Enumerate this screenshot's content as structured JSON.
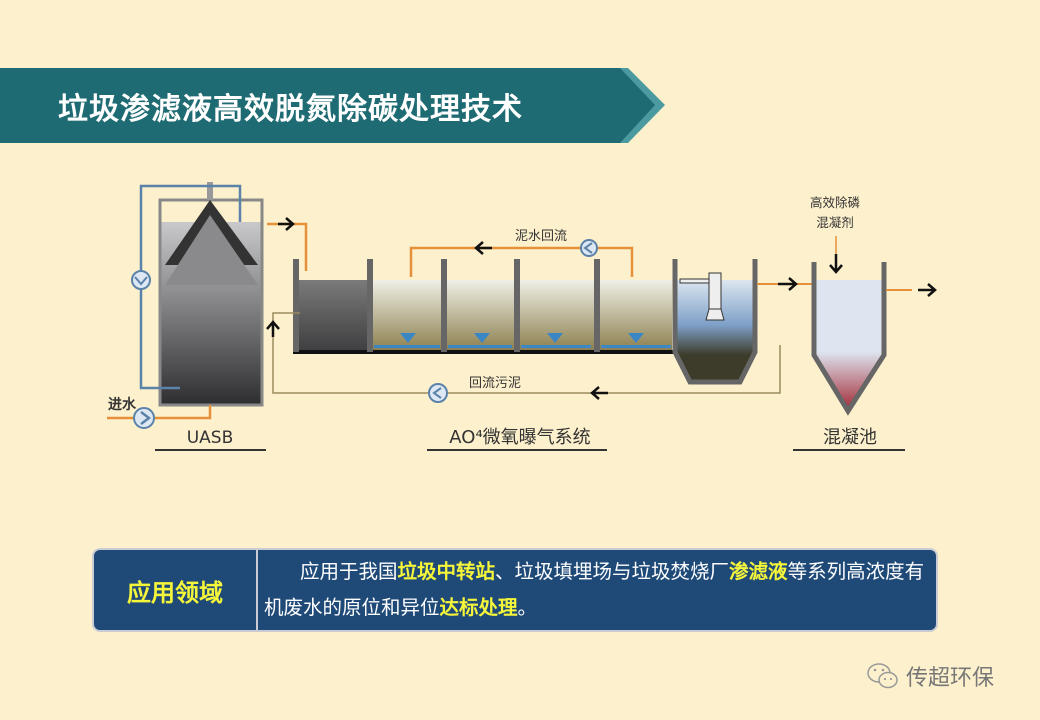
{
  "title": "垃圾渗滤液高效脱氮除碳处理技术",
  "diagram": {
    "inlet": "进水",
    "uasb": "UASB",
    "mud_return": "泥水回流",
    "sludge_return": "回流污泥",
    "ao_system": "AO⁴微氧曝气系统",
    "chem_line1": "高效除磷",
    "chem_line2": "混凝剂",
    "coag_tank": "混凝池"
  },
  "application": {
    "label": "应用领域",
    "t1": "应用于我国",
    "h1": "垃圾中转站",
    "t2": "、垃圾填埋场与垃圾焚烧厂",
    "h2": "渗滤液",
    "t3": "等系列高浓度有机废水的原位和异位",
    "h3": "达标处理",
    "t4": "。"
  },
  "watermark": "传超环保",
  "colors": {
    "banner": "#1f6b73",
    "box": "#1f4a78",
    "highlight": "#f5f53a"
  }
}
